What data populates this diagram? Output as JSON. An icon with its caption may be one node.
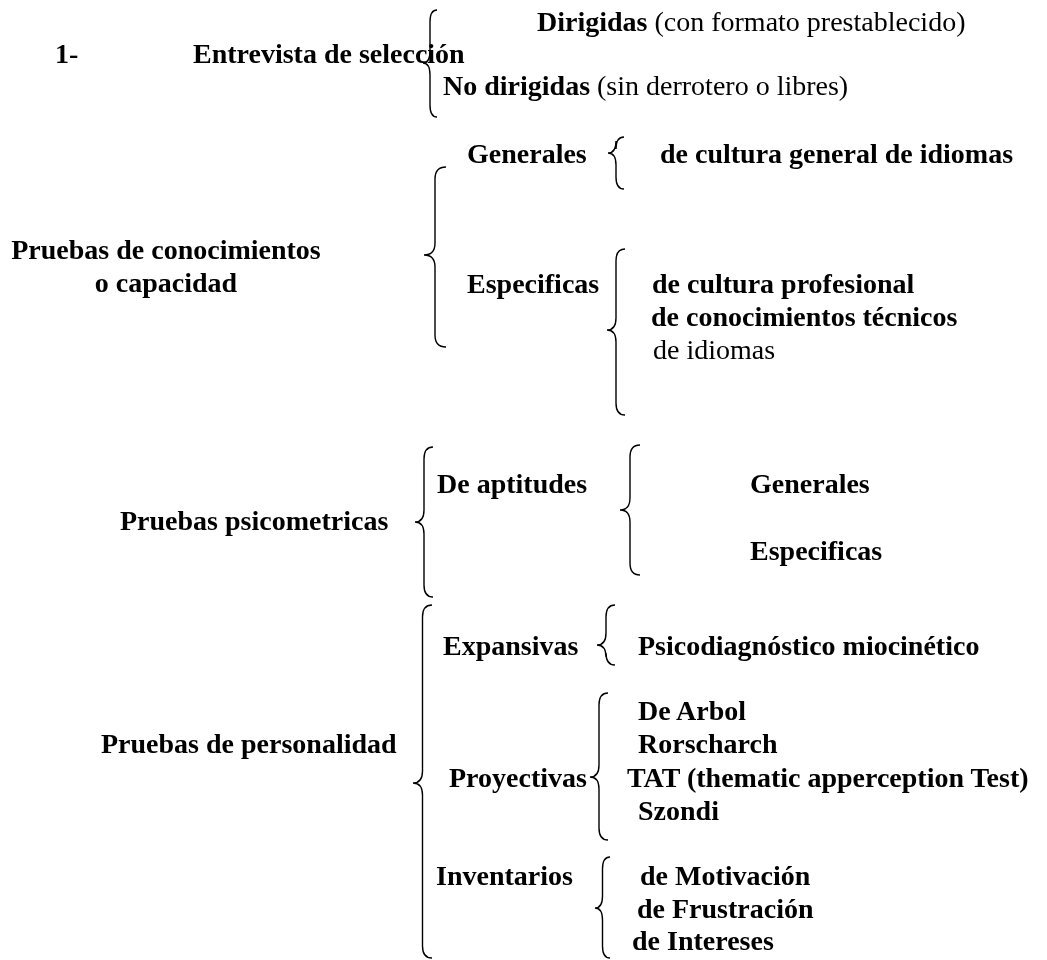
{
  "diagram": {
    "labels": [
      "1-",
      "Entrevista de selección",
      "**Dirigidas** (con formato prestablecido)",
      "**No dirigidas** (sin derrotero o libres)",
      "Generales",
      "de cultura general de idiomas",
      "Pruebas de conocimientos o capacidad",
      "Especificas",
      "de cultura profesional",
      "de conocimientos técnicos",
      "de idiomas",
      "De aptitudes",
      "Generales",
      "Pruebas psicometricas",
      "Especificas",
      "Expansivas",
      "Psicodiagnóstico miocinético",
      "De Arbol",
      "Rorscharch",
      "Pruebas de personalidad",
      "Proyectivas",
      "TAT (thematic apperception Test)",
      "Szondi",
      "Inventarios",
      "de Motivación",
      "de Frustración",
      "de Intereses"
    ]
  }
}
